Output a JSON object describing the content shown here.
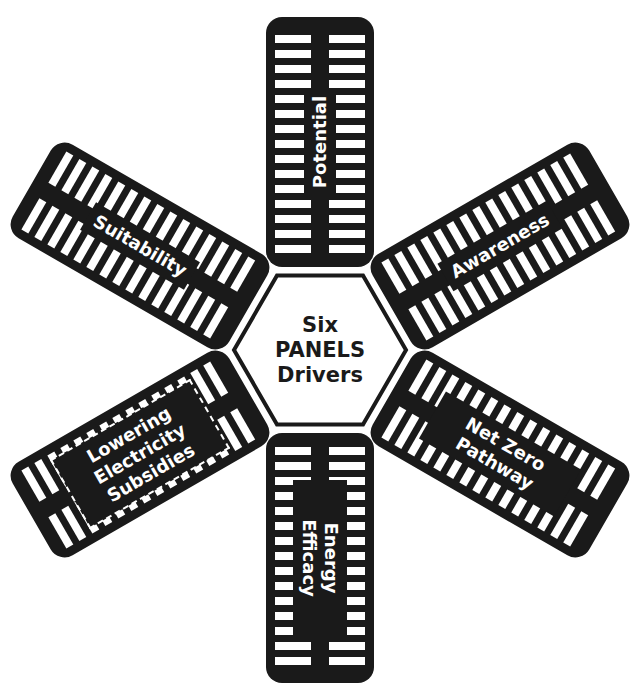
{
  "diagram": {
    "nodes": [
      {
        "text": [
          "Six PANELS Drivers"
        ]
      },
      {
        "text": [
          "Potential"
        ]
      },
      {
        "text": [
          "Awareness"
        ]
      },
      {
        "text": [
          "Net Zero Pathway"
        ]
      },
      {
        "text": [
          "Energy Efficacy"
        ]
      },
      {
        "text": [
          "Lowering Electricity Subsidies"
        ]
      },
      {
        "text": [
          "Suitability"
        ]
      }
    ]
  }
}
